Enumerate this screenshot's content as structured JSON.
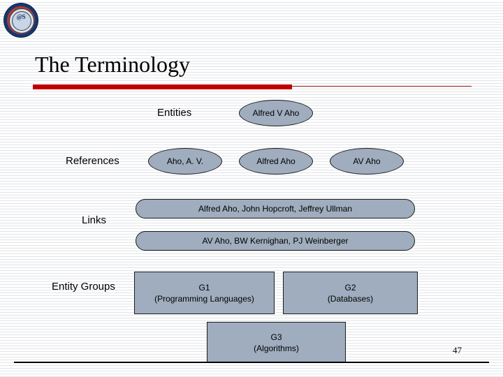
{
  "slide": {
    "title": "The Terminology",
    "page_number": "47",
    "accent_color": "#c00000",
    "node_fill_color": "#9fadbe",
    "node_border_color": "#1c1c1c",
    "background_color": "#ffffff",
    "logo": {
      "name": "institute-seal-logo",
      "monogram": "@S"
    }
  },
  "rows": [
    {
      "label": "Entities"
    },
    {
      "label": "References"
    },
    {
      "label": "Links"
    },
    {
      "label": "Entity Groups"
    }
  ],
  "entities": [
    {
      "label": "Alfred V Aho",
      "shape": "ellipse"
    }
  ],
  "references": [
    {
      "label": "Aho, A. V.",
      "shape": "ellipse"
    },
    {
      "label": "Alfred Aho",
      "shape": "ellipse"
    },
    {
      "label": "AV Aho",
      "shape": "ellipse"
    }
  ],
  "links": [
    {
      "label": "Alfred Aho, John Hopcroft, Jeffrey Ullman",
      "shape": "pill"
    },
    {
      "label": "AV Aho, BW Kernighan, PJ Weinberger",
      "shape": "pill"
    }
  ],
  "entity_groups": [
    {
      "id": "G1",
      "description": "(Programming Languages)",
      "shape": "rect"
    },
    {
      "id": "G2",
      "description": "(Databases)",
      "shape": "rect"
    },
    {
      "id": "G3",
      "description": "(Algorithms)",
      "shape": "rect"
    }
  ]
}
